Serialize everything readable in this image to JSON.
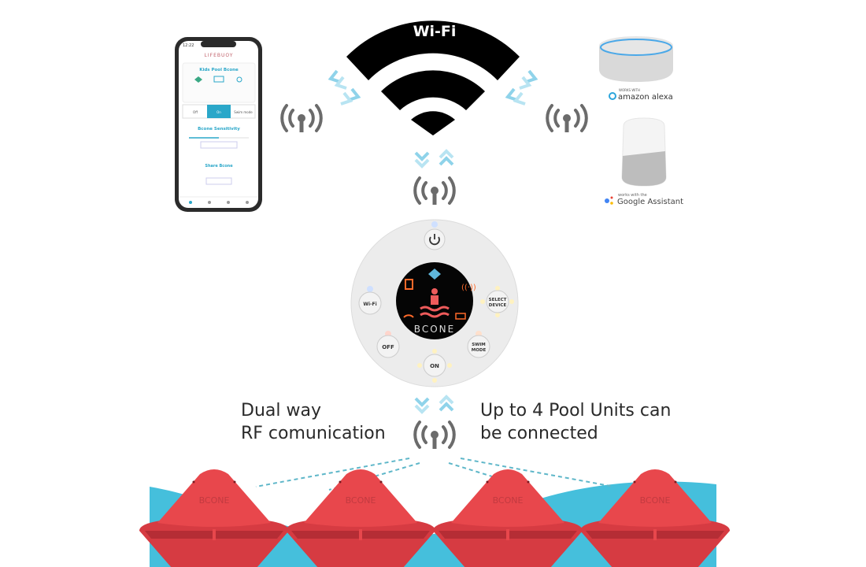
{
  "wifi": {
    "label": "Wi-Fi"
  },
  "phone": {
    "time": "12:22",
    "brand": "LIFEBUOY",
    "device_title": "Kids Pool Bcone",
    "mode_buttons": [
      "Off",
      "On",
      "Swim mode"
    ],
    "sensitivity_title": "Bcone Sensitivity",
    "share_title": "Share Bcone"
  },
  "control_unit": {
    "brand": "BCONE",
    "buttons": {
      "wifi": "Wi-Fi",
      "select": [
        "SELECT",
        "DEVICE"
      ],
      "off": "OFF",
      "swim": [
        "SWIM",
        "MODE"
      ],
      "on": "ON"
    }
  },
  "assistants": {
    "alexa_small": "WORKS WITH",
    "alexa": "amazon alexa",
    "google_small": "works with the",
    "google": "Google Assistant"
  },
  "captions": {
    "left": [
      "Dual way",
      "RF comunication"
    ],
    "right": [
      "Up to 4 Pool Units can",
      "be connected"
    ]
  },
  "pool_units": {
    "brand": "BCONE",
    "count": 4
  },
  "colors": {
    "water": "#45bfdc",
    "buoy": "#e8474c",
    "arrow": "#8fd3ea",
    "wifi": "#000000"
  }
}
